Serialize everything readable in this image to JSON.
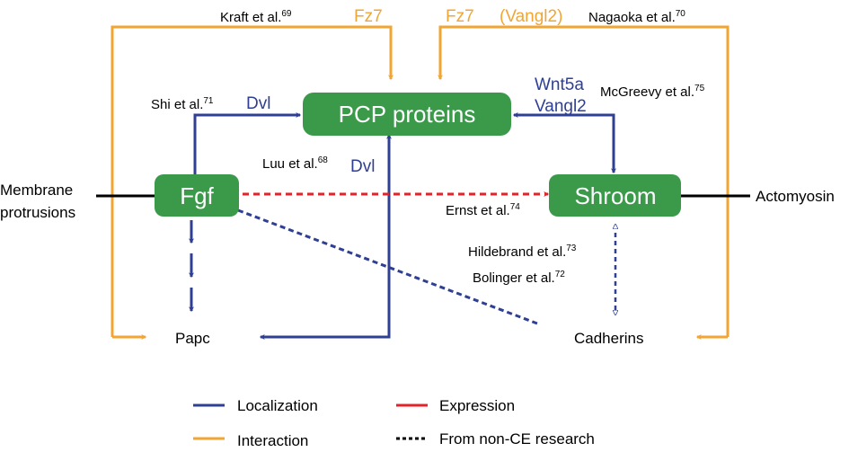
{
  "colors": {
    "localization": "#2e3f94",
    "interaction": "#f2a533",
    "expression": "#e0242a",
    "node": "#3a9a4a"
  },
  "nodes": {
    "pcp": "PCP proteins",
    "fgf": "Fgf",
    "shroom": "Shroom"
  },
  "labels": {
    "membrane_line1": "Membrane",
    "membrane_line2": "protrusions",
    "actomyosin": "Actomyosin",
    "papc": "Papc",
    "cadherins": "Cadherins"
  },
  "molecules": {
    "fz7_left": "Fz7",
    "fz7_right": "Fz7",
    "vangl2_paren": "(Vangl2)",
    "dvl_shi": "Dvl",
    "dvl_luu": "Dvl",
    "wnt5a": "Wnt5a",
    "vangl2": "Vangl2"
  },
  "citations": {
    "kraft": {
      "name": "Kraft et al.",
      "ref": "69"
    },
    "nagaoka": {
      "name": "Nagaoka et al.",
      "ref": "70"
    },
    "shi": {
      "name": "Shi et al.",
      "ref": "71"
    },
    "mcgreevy": {
      "name": "McGreevy et al.",
      "ref": "75"
    },
    "luu": {
      "name": "Luu et al.",
      "ref": "68"
    },
    "ernst": {
      "name": "Ernst et al.",
      "ref": "74"
    },
    "hildebrand": {
      "name": "Hildebrand et al.",
      "ref": "73"
    },
    "bolinger": {
      "name": "Bolinger et al.",
      "ref": "72"
    }
  },
  "legend": {
    "localization": "Localization",
    "expression": "Expression",
    "interaction": "Interaction",
    "non_ce": "From non-CE research"
  }
}
